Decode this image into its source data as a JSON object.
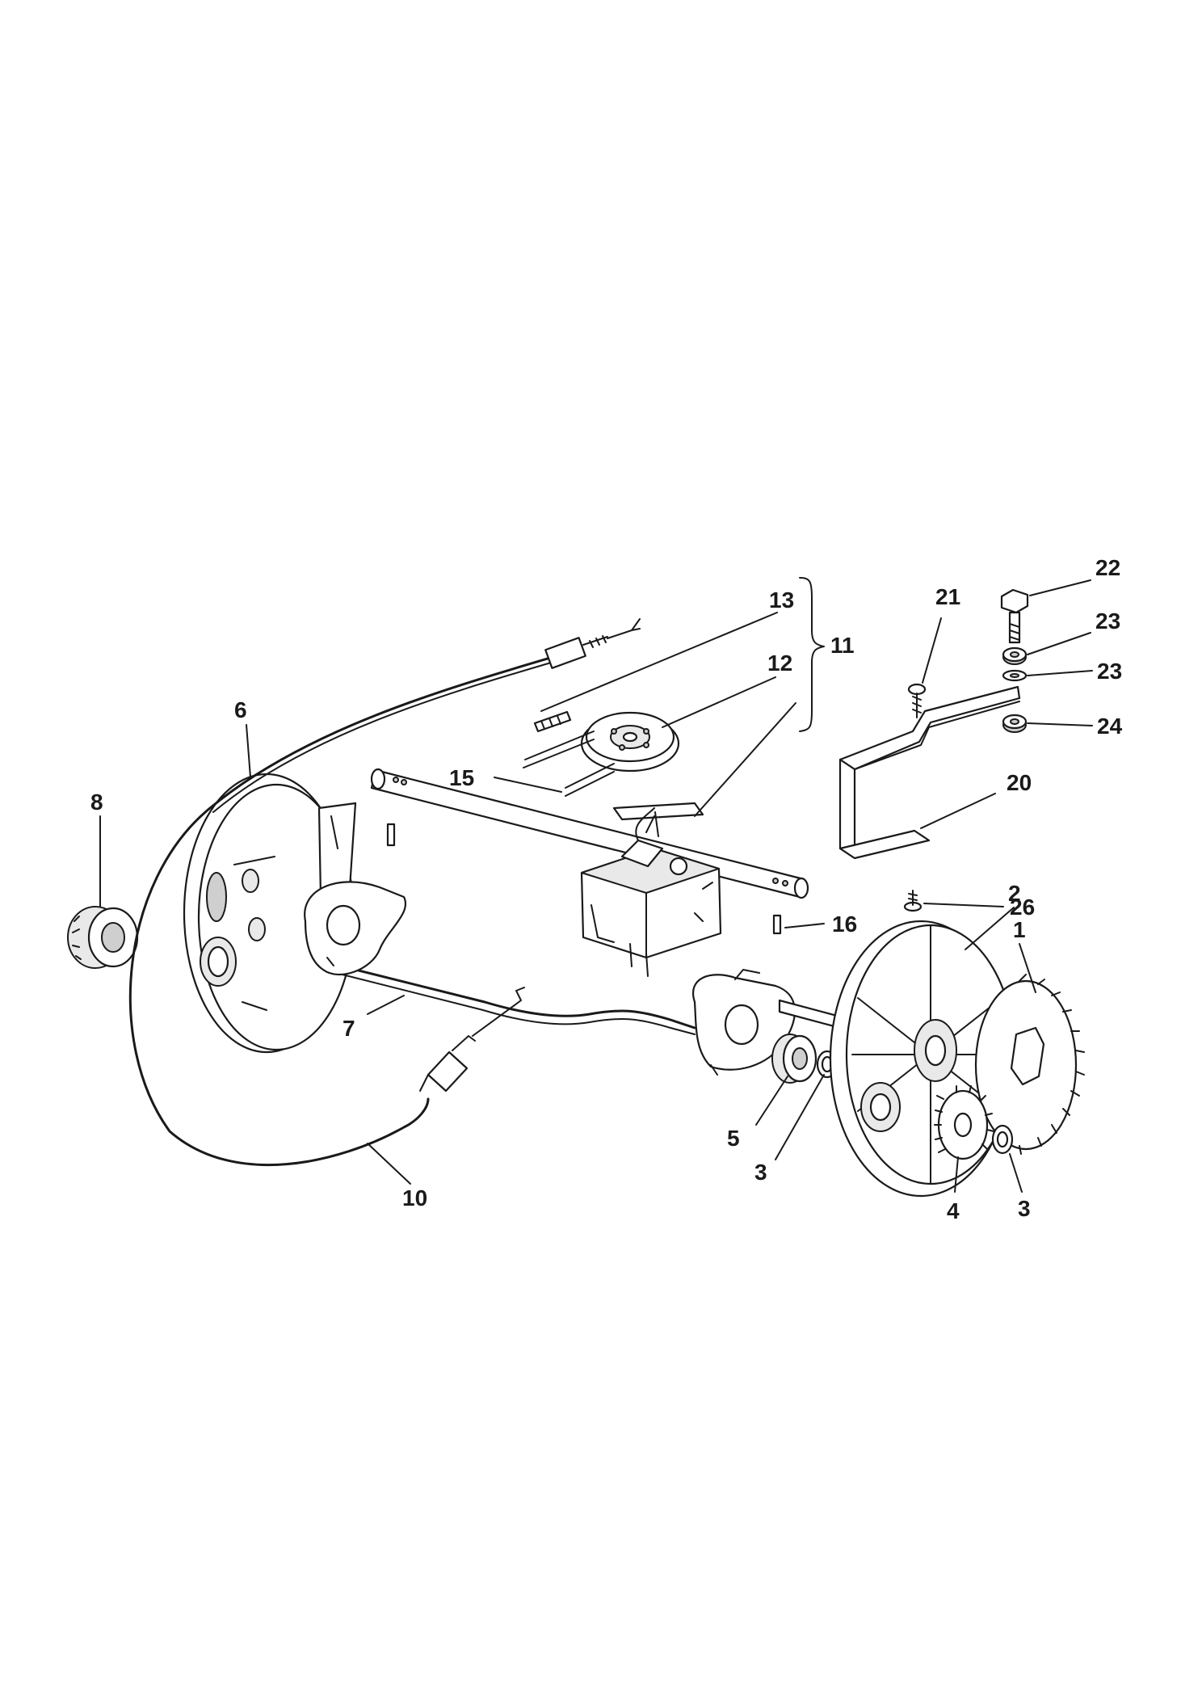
{
  "callouts": [
    {
      "id": "c1",
      "text": "1"
    },
    {
      "id": "c2",
      "text": "2"
    },
    {
      "id": "c3a",
      "text": "3"
    },
    {
      "id": "c3b",
      "text": "3"
    },
    {
      "id": "c4",
      "text": "4"
    },
    {
      "id": "c5",
      "text": "5"
    },
    {
      "id": "c6",
      "text": "6"
    },
    {
      "id": "c7",
      "text": "7"
    },
    {
      "id": "c8",
      "text": "8"
    },
    {
      "id": "c10",
      "text": "10"
    },
    {
      "id": "c11",
      "text": "11"
    },
    {
      "id": "c12",
      "text": "12"
    },
    {
      "id": "c13",
      "text": "13"
    },
    {
      "id": "c15",
      "text": "15"
    },
    {
      "id": "c16",
      "text": "16"
    },
    {
      "id": "c20",
      "text": "20"
    },
    {
      "id": "c21",
      "text": "21"
    },
    {
      "id": "c22",
      "text": "22"
    },
    {
      "id": "c23a",
      "text": "23"
    },
    {
      "id": "c23b",
      "text": "23"
    },
    {
      "id": "c24",
      "text": "24"
    },
    {
      "id": "c26",
      "text": "26"
    }
  ]
}
